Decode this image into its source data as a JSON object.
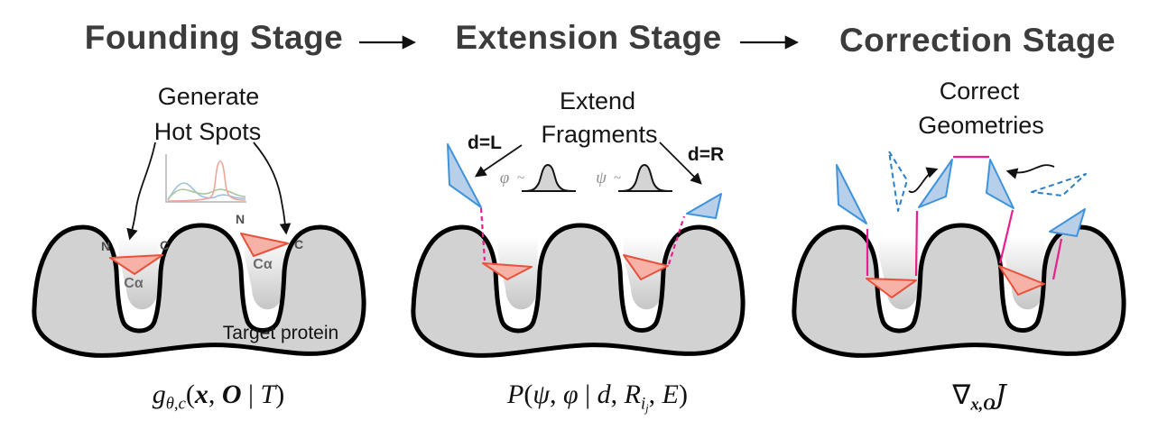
{
  "figure": {
    "stages": [
      {
        "title": "Founding Stage",
        "subtitle": [
          "Generate",
          "Hot Spots"
        ],
        "formula_plain": "g_{θ,c}(x, O | T)"
      },
      {
        "title": "Extension Stage",
        "subtitle": [
          "Extend",
          "Fragments"
        ],
        "formula_plain": "P(ψ, φ | d, R_{i_j}, E)"
      },
      {
        "title": "Correction Stage",
        "subtitle": [
          "Correct",
          "Geometries"
        ],
        "formula_plain": "∇_{x,O} J"
      }
    ]
  },
  "annotations": {
    "hotspot1": {
      "n": "N",
      "c": "C",
      "ca": "Cα"
    },
    "hotspot2": {
      "n": "N",
      "c": "C",
      "ca": "Cα"
    },
    "target_protein": "Target protein",
    "direction_left": "d=L",
    "direction_right": "d=R",
    "phi": "φ",
    "phi_tilde": "~",
    "psi": "ψ",
    "psi_tilde": "~"
  },
  "formulas": {
    "founding": [
      {
        "t": "g",
        "s": "it"
      },
      {
        "t": "θ,c",
        "s": "sub"
      },
      {
        "t": "(",
        "s": "up"
      },
      {
        "t": "x",
        "s": "bi"
      },
      {
        "t": ", ",
        "s": "up"
      },
      {
        "t": "O",
        "s": "bi"
      },
      {
        "t": " | ",
        "s": "up"
      },
      {
        "t": "T",
        "s": "it"
      },
      {
        "t": ")",
        "s": "up"
      }
    ],
    "extension": [
      {
        "t": "P",
        "s": "it"
      },
      {
        "t": "(",
        "s": "up"
      },
      {
        "t": "ψ",
        "s": "it"
      },
      {
        "t": ", ",
        "s": "up"
      },
      {
        "t": "φ",
        "s": "it"
      },
      {
        "t": " | ",
        "s": "up"
      },
      {
        "t": "d",
        "s": "it"
      },
      {
        "t": ", ",
        "s": "up"
      },
      {
        "t": "R",
        "s": "it"
      },
      {
        "t": "i",
        "s": "sub"
      },
      {
        "t": "j",
        "s": "subsub"
      },
      {
        "t": ", ",
        "s": "up"
      },
      {
        "t": "E",
        "s": "it"
      },
      {
        "t": ")",
        "s": "up"
      }
    ],
    "correction": [
      {
        "t": "∇",
        "s": "up"
      },
      {
        "t": "x,O",
        "s": "subbi"
      },
      {
        "t": "J",
        "s": "cal"
      }
    ]
  },
  "colors": {
    "header_text": "#3c3c3c",
    "body_text": "#161616",
    "protein_fill": "#d2d2d2",
    "protein_outline": "#000000",
    "pocket_shade": "#c6c6c6",
    "hotspot_fill": "#f6b2a7",
    "hotspot_stroke": "#e8513c",
    "fragment_fill": "#b7cfe9",
    "fragment_stroke": "#3f93dc",
    "ghost_stroke": "#2e7fc2",
    "bond_pink": "#ea1e8d",
    "residue_label": "#4f4f4f",
    "greek_label": "#8f8f8f",
    "dist_blue": "#9dc0e2",
    "dist_green": "#a9c79d",
    "dist_red": "#f0a59b",
    "arrow_black": "#111111"
  }
}
